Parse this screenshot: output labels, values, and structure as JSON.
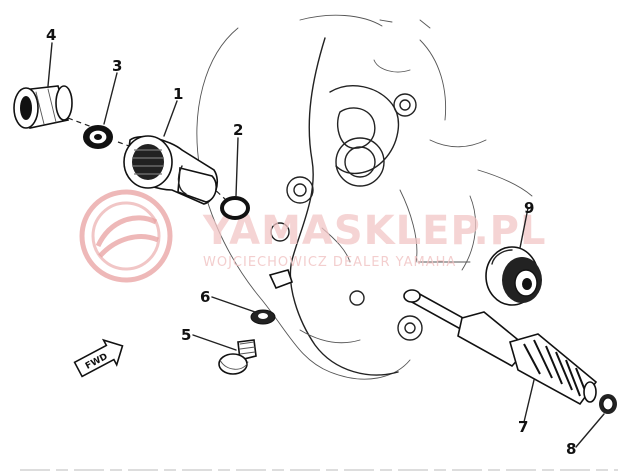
{
  "watermark": {
    "title": "YAMASKLEP.PL",
    "subtitle": "WOJCIECHOWICZ DEALER YAMAHA",
    "logo_color": "#e8a0a0"
  },
  "direction_label": "FWD",
  "callouts": [
    {
      "id": "1",
      "label": "1",
      "part": "speedometer-gear-housing"
    },
    {
      "id": "2",
      "label": "2",
      "part": "o-ring"
    },
    {
      "id": "3",
      "label": "3",
      "part": "washer"
    },
    {
      "id": "4",
      "label": "4",
      "part": "bushing"
    },
    {
      "id": "5",
      "label": "5",
      "part": "bolt"
    },
    {
      "id": "6",
      "label": "6",
      "part": "washer-small"
    },
    {
      "id": "7",
      "label": "7",
      "part": "speedometer-shaft-gear"
    },
    {
      "id": "8",
      "label": "8",
      "part": "washer-end"
    },
    {
      "id": "9",
      "label": "9",
      "part": "oil-seal"
    }
  ]
}
